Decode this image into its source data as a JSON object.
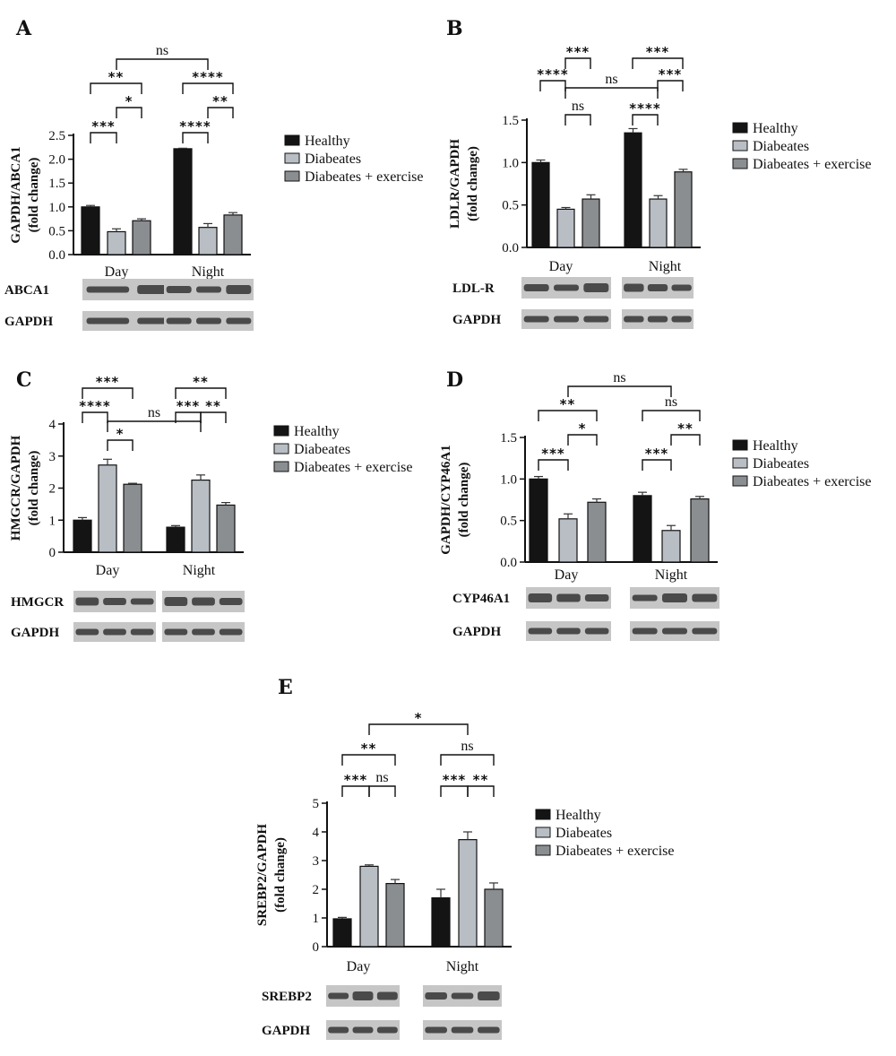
{
  "legend": [
    {
      "name": "Healthy",
      "color": "#141414"
    },
    {
      "name": "Diabeates",
      "color": "#b8bec4"
    },
    {
      "name": "Diabeates + exercise",
      "color": "#8a8e91"
    }
  ],
  "chart_data": [
    {
      "panel": "A",
      "type": "bar",
      "ylabel": [
        "GAPDH/ABCA1",
        "(fold change)"
      ],
      "ylim": [
        0,
        2.5
      ],
      "yticks": [
        "0.0",
        "0.5",
        "1.0",
        "1.5",
        "2.0",
        "2.5"
      ],
      "categories": [
        "Day",
        "Night"
      ],
      "series": [
        {
          "name": "Healthy",
          "values": [
            1.0,
            2.22
          ],
          "errors": [
            0.03,
            0.01
          ]
        },
        {
          "name": "Diabeates",
          "values": [
            0.48,
            0.57
          ],
          "errors": [
            0.06,
            0.08
          ]
        },
        {
          "name": "Diabeates + exercise",
          "values": [
            0.71,
            0.83
          ],
          "errors": [
            0.04,
            0.05
          ]
        }
      ],
      "significance": [
        {
          "text": "***"
        },
        {
          "text": "*"
        },
        {
          "text": "**"
        },
        {
          "text": "****"
        },
        {
          "text": "**"
        },
        {
          "text": "****"
        },
        {
          "text": "ns"
        }
      ],
      "blots": [
        "ABCA1",
        "GAPDH"
      ]
    },
    {
      "panel": "B",
      "type": "bar",
      "ylabel": [
        "LDLR/GAPDH",
        "(fold change)"
      ],
      "ylim": [
        0,
        1.5
      ],
      "yticks": [
        "0.0",
        "0.5",
        "1.0",
        "1.5"
      ],
      "categories": [
        "Day",
        "Night"
      ],
      "series": [
        {
          "name": "Healthy",
          "values": [
            1.0,
            1.35
          ],
          "errors": [
            0.03,
            0.05
          ]
        },
        {
          "name": "Diabeates",
          "values": [
            0.45,
            0.57
          ],
          "errors": [
            0.02,
            0.04
          ]
        },
        {
          "name": "Diabeates + exercise",
          "values": [
            0.57,
            0.89
          ],
          "errors": [
            0.05,
            0.03
          ]
        }
      ],
      "significance": [
        {
          "text": "ns"
        },
        {
          "text": "****"
        },
        {
          "text": "***"
        },
        {
          "text": "****"
        },
        {
          "text": "***"
        },
        {
          "text": "***"
        },
        {
          "text": "ns"
        }
      ],
      "blots": [
        "LDL-R",
        "GAPDH"
      ]
    },
    {
      "panel": "C",
      "type": "bar",
      "ylabel": [
        "HMGCR/GAPDH",
        "(fold change)"
      ],
      "ylim": [
        0,
        4
      ],
      "yticks": [
        "0",
        "1",
        "2",
        "3",
        "4"
      ],
      "categories": [
        "Day",
        "Night"
      ],
      "series": [
        {
          "name": "Healthy",
          "values": [
            1.0,
            0.78
          ],
          "errors": [
            0.08,
            0.05
          ]
        },
        {
          "name": "Diabeates",
          "values": [
            2.72,
            2.25
          ],
          "errors": [
            0.18,
            0.16
          ]
        },
        {
          "name": "Diabeates + exercise",
          "values": [
            2.12,
            1.47
          ],
          "errors": [
            0.03,
            0.08
          ]
        }
      ],
      "significance": [
        {
          "text": "*"
        },
        {
          "text": "****"
        },
        {
          "text": "***"
        },
        {
          "text": "***"
        },
        {
          "text": "**"
        },
        {
          "text": "**"
        },
        {
          "text": "ns"
        }
      ],
      "blots": [
        "HMGCR",
        "GAPDH"
      ]
    },
    {
      "panel": "D",
      "type": "bar",
      "ylabel": [
        "GAPDH/CYP46A1",
        "(fold change)"
      ],
      "ylim": [
        0,
        1.5
      ],
      "yticks": [
        "0.0",
        "0.5",
        "1.0",
        "1.5"
      ],
      "categories": [
        "Day",
        "Night"
      ],
      "series": [
        {
          "name": "Healthy",
          "values": [
            1.0,
            0.8
          ],
          "errors": [
            0.03,
            0.04
          ]
        },
        {
          "name": "Diabeates",
          "values": [
            0.52,
            0.38
          ],
          "errors": [
            0.06,
            0.06
          ]
        },
        {
          "name": "Diabeates + exercise",
          "values": [
            0.72,
            0.76
          ],
          "errors": [
            0.04,
            0.03
          ]
        }
      ],
      "significance": [
        {
          "text": "***"
        },
        {
          "text": "*"
        },
        {
          "text": "**"
        },
        {
          "text": "***"
        },
        {
          "text": "**"
        },
        {
          "text": "ns"
        },
        {
          "text": "ns"
        }
      ],
      "blots": [
        "CYP46A1",
        "GAPDH"
      ]
    },
    {
      "panel": "E",
      "type": "bar",
      "ylabel": [
        "SREBP2/GAPDH",
        "(fold change)"
      ],
      "ylim": [
        0,
        5
      ],
      "yticks": [
        "0",
        "1",
        "2",
        "3",
        "4",
        "5"
      ],
      "categories": [
        "Day",
        "Night"
      ],
      "series": [
        {
          "name": "Healthy",
          "values": [
            0.97,
            1.7
          ],
          "errors": [
            0.05,
            0.3
          ]
        },
        {
          "name": "Diabeates",
          "values": [
            2.8,
            3.73
          ],
          "errors": [
            0.05,
            0.27
          ]
        },
        {
          "name": "Diabeates + exercise",
          "values": [
            2.2,
            2.0
          ],
          "errors": [
            0.14,
            0.22
          ]
        }
      ],
      "significance": [
        {
          "text": "***"
        },
        {
          "text": "ns"
        },
        {
          "text": "**"
        },
        {
          "text": "***"
        },
        {
          "text": "**"
        },
        {
          "text": "ns"
        },
        {
          "text": "*"
        }
      ],
      "blots": [
        "SREBP2",
        "GAPDH"
      ]
    }
  ]
}
